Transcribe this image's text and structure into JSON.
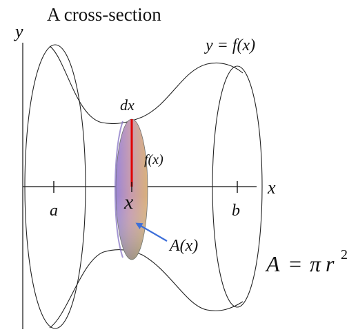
{
  "title": "A cross-section",
  "axis": {
    "y_label": "y",
    "x_label": "x"
  },
  "curve_label": "y = f(x)",
  "points": {
    "a": "a",
    "b": "b",
    "x": "x"
  },
  "disk": {
    "thickness_label": "dx",
    "radius_label": "f(x)",
    "area_label": "A(x)"
  },
  "formula": {
    "lhs": "A",
    "eq": "=",
    "pi": "π",
    "r": "r",
    "exp": "2"
  },
  "colors": {
    "radius_line": "#e00000",
    "arrow": "#3d6fd9",
    "disk_left": "#9b86d6",
    "disk_right": "#d9b07a",
    "ink": "#111111"
  }
}
